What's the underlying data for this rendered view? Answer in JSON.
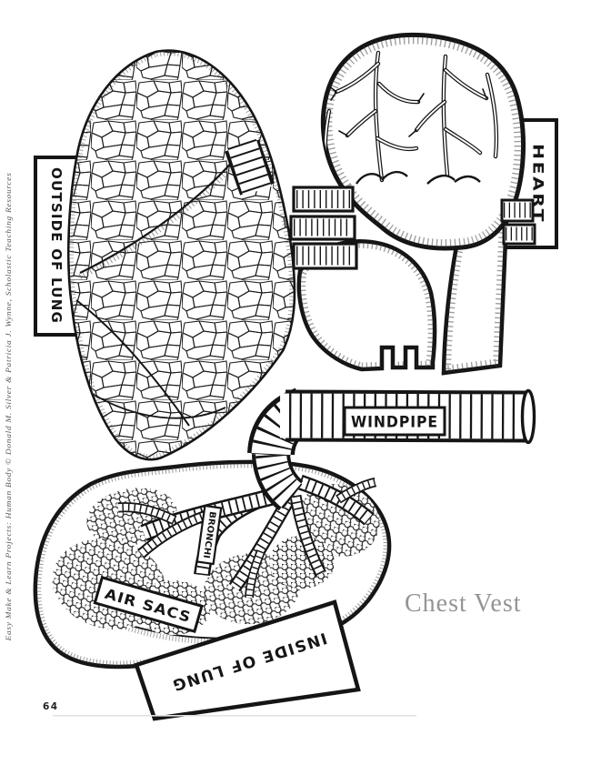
{
  "page": {
    "number": "64",
    "title": "Chest Vest",
    "credit": "Easy Make & Learn Projects: Human Body © Donald M. Silver & Patricia J. Wynne, Scholastic Teaching Resources"
  },
  "labels": {
    "outside_lung": "OUTSIDE OF LUNG",
    "heart": "HEART",
    "windpipe": "WINDPIPE",
    "bronchi": "BRONCHI",
    "air_sacs": "AIR SACS",
    "inside_lung": "INSIDE OF LUNG"
  },
  "colors": {
    "ink": "#151515",
    "paper": "#ffffff",
    "title_gray": "#949494",
    "credit_gray": "#5a5a5a"
  }
}
